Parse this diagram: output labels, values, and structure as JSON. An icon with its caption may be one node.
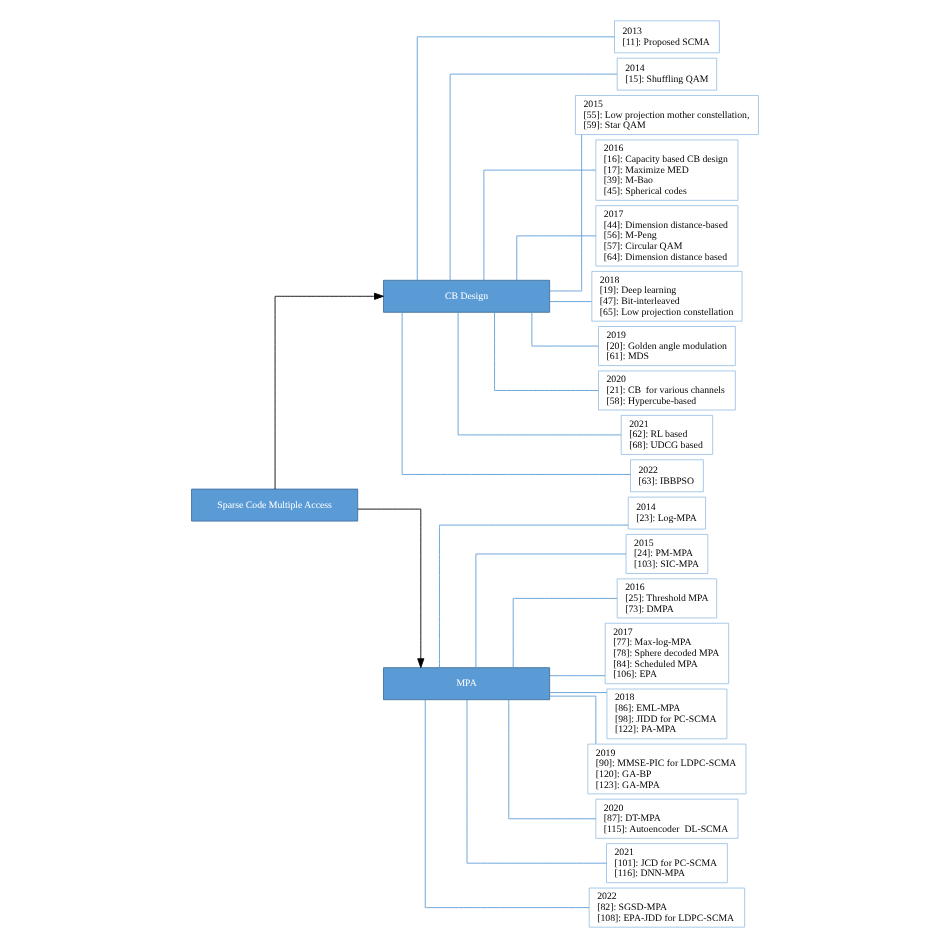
{
  "diagram": {
    "nodes": [
      {
        "text": [
          "Sparse Code Multiple Access"
        ]
      },
      {
        "text": [
          "CB Design"
        ]
      },
      {
        "text": [
          "MPA"
        ]
      },
      {
        "text": [
          "2013",
          "[11]: Proposed SCMA"
        ]
      },
      {
        "text": [
          "2014",
          "[15]: Shuffling QAM"
        ]
      },
      {
        "text": [
          "2015",
          "[55]: Low projection mother constellation,",
          "[59]: Star QAM"
        ]
      },
      {
        "text": [
          "2016",
          "[16]: Capacity based CB design",
          "[17]: Maximize MED",
          "[39]: M-Bao",
          "[45]: Spherical codes"
        ]
      },
      {
        "text": [
          "2017",
          "[44]: Dimension distance-based",
          "[56]: M-Peng",
          "[57]: Circular QAM",
          "[64]: Dimension distance based"
        ]
      },
      {
        "text": [
          "2018",
          "[19]: Deep learning",
          "[47]: Bit-interleaved",
          "[65]: Low projection constellation"
        ]
      },
      {
        "text": [
          "2019",
          "[20]: Golden angle modulation",
          "[61]: MDS"
        ]
      },
      {
        "text": [
          "2020",
          "[21]: CB  for various channels",
          "[58]: Hypercube-based"
        ]
      },
      {
        "text": [
          "2021",
          "[62]: RL based",
          "[68]: UDCG based"
        ]
      },
      {
        "text": [
          "2022",
          "[63]: IBBPSO"
        ]
      },
      {
        "text": [
          "2014",
          "[23]: Log-MPA"
        ]
      },
      {
        "text": [
          "2015",
          "[24]: PM-MPA",
          "[103]: SIC-MPA"
        ]
      },
      {
        "text": [
          "2016",
          "[25]: Threshold MPA",
          "[73]: DMPA"
        ]
      },
      {
        "text": [
          "2017",
          "[77]: Max-log-MPA",
          "[78]: Sphere decoded MPA",
          "[84]: Scheduled MPA",
          "[106]: EPA"
        ]
      },
      {
        "text": [
          "2018",
          "[86]: EML-MPA",
          "[98]: JIDD for PC-SCMA",
          "[122]: PA-MPA"
        ]
      },
      {
        "text": [
          "2019",
          "[90]: MMSE-PIC for LDPC-SCMA",
          "[120]: GA-BP",
          "[123]: GA-MPA"
        ]
      },
      {
        "text": [
          "2020",
          "[87]: DT-MPA",
          "[115]: Autoencoder  DL-SCMA"
        ]
      },
      {
        "text": [
          "2021",
          "[101]: JCD for PC-SCMA",
          "[116]: DNN-MPA"
        ]
      },
      {
        "text": [
          "2022",
          "[82]: SGSD-MPA",
          "[108]: EPA-JDD for LDPC-SCMA"
        ]
      }
    ],
    "edges": [
      {
        "from": 0,
        "to": 1,
        "arrow": "to",
        "color": "#000000"
      },
      {
        "from": 0,
        "to": 2,
        "arrow": "to",
        "color": "#000000"
      },
      {
        "from": 1,
        "to": 3,
        "arrow": "none"
      },
      {
        "from": 1,
        "to": 4,
        "arrow": "none"
      },
      {
        "from": 1,
        "to": 5,
        "arrow": "none"
      },
      {
        "from": 1,
        "to": 6,
        "arrow": "none"
      },
      {
        "from": 1,
        "to": 7,
        "arrow": "none"
      },
      {
        "from": 1,
        "to": 8,
        "arrow": "none"
      },
      {
        "from": 1,
        "to": 9,
        "arrow": "none"
      },
      {
        "from": 1,
        "to": 10,
        "arrow": "none"
      },
      {
        "from": 1,
        "to": 11,
        "arrow": "none"
      },
      {
        "from": 1,
        "to": 12,
        "arrow": "none"
      },
      {
        "from": 2,
        "to": 13,
        "arrow": "none"
      },
      {
        "from": 2,
        "to": 14,
        "arrow": "none"
      },
      {
        "from": 2,
        "to": 15,
        "arrow": "none"
      },
      {
        "from": 2,
        "to": 16,
        "arrow": "none"
      },
      {
        "from": 2,
        "to": 17,
        "arrow": "none"
      },
      {
        "from": 2,
        "to": 18,
        "arrow": "none"
      },
      {
        "from": 2,
        "to": 19,
        "arrow": "none"
      },
      {
        "from": 2,
        "to": 20,
        "arrow": "none"
      },
      {
        "from": 2,
        "to": 21,
        "arrow": "none"
      }
    ]
  }
}
